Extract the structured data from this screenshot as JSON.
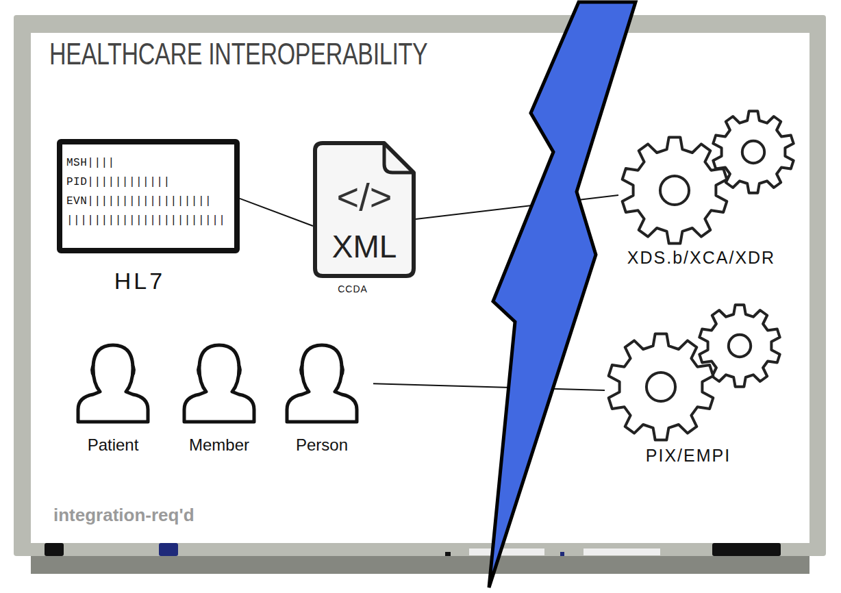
{
  "diagram": {
    "title": "HEALTHCARE INTEROPERABILITY",
    "nodes": [
      {
        "text": [
          "MSH||||",
          "PID||||||||||||",
          "EVN||||||||||||||||||",
          "|||||||||||||||||||||||",
          "HL7"
        ]
      },
      {
        "text": [
          "</>",
          "XML",
          "CCDA"
        ]
      },
      {
        "text": [
          "XDS.b/XCA/XDR"
        ]
      },
      {
        "text": [
          "Patient"
        ]
      },
      {
        "text": [
          "Member"
        ]
      },
      {
        "text": [
          "Person"
        ]
      },
      {
        "text": [
          "PIX/EMPI"
        ]
      }
    ],
    "edges": [
      {
        "from": 0,
        "to": 1,
        "arrow": "none"
      },
      {
        "from": 1,
        "to": 2,
        "arrow": "none"
      },
      {
        "from": 5,
        "to": 6,
        "arrow": "none"
      }
    ],
    "labels": [
      "integration-req'd"
    ]
  }
}
